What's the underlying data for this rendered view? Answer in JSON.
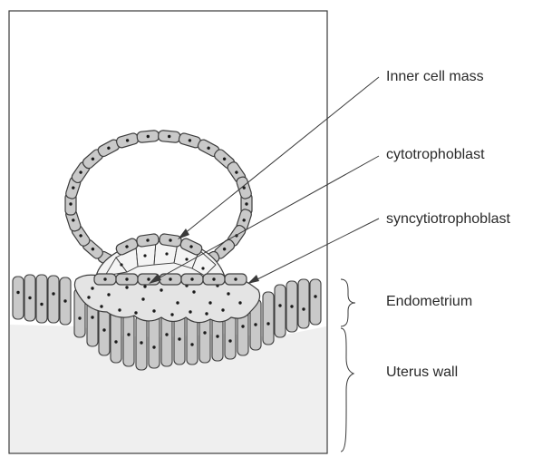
{
  "labels": {
    "inner_cell_mass": "Inner cell mass",
    "cytotrophoblast": "cytotrophoblast",
    "syncytiotrophoblast": "syncytiotrophoblast",
    "endometrium": "Endometrium",
    "uterus_wall": "Uterus wall"
  },
  "colors": {
    "cell_fill": "#c9c9c9",
    "outline": "#3d3d3d",
    "uterus_fill": "#efefef",
    "syncytium_fill": "#e4e4e4"
  }
}
